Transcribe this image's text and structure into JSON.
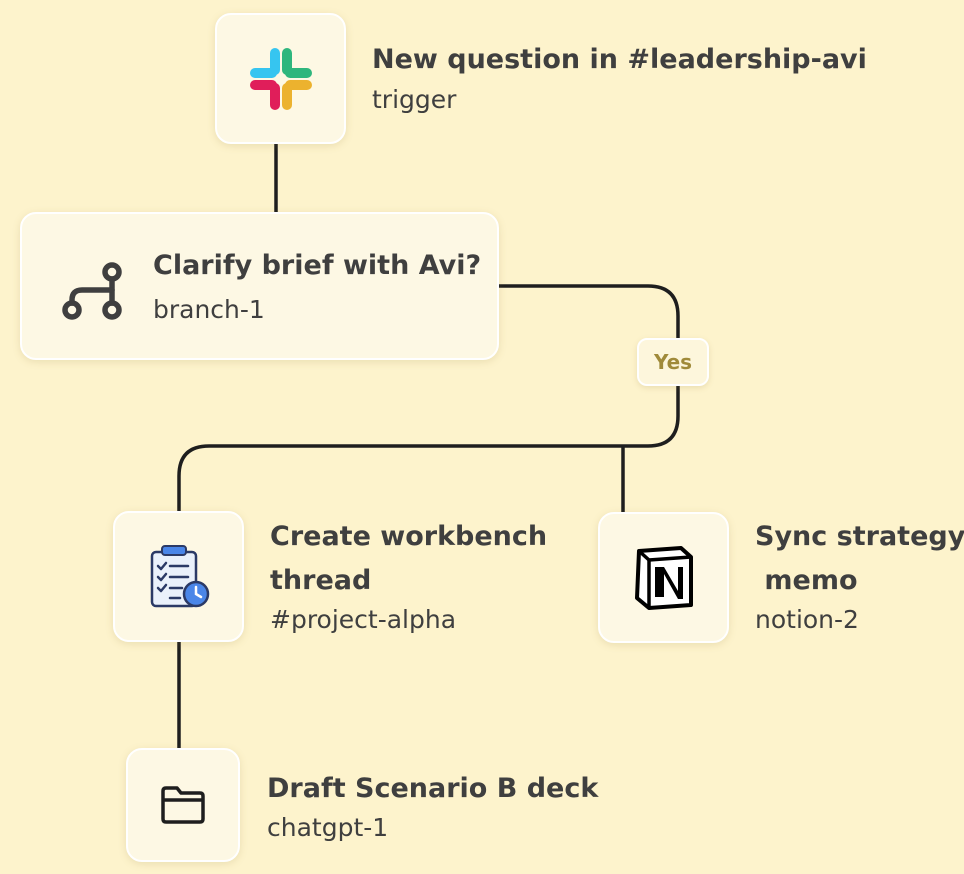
{
  "nodes": {
    "trigger": {
      "title": "New question in #leadership-avi",
      "subtitle": "trigger",
      "icon": "slack-icon"
    },
    "branch": {
      "title": "Clarify brief with Avi?",
      "subtitle": "branch-1",
      "icon": "branch-icon"
    },
    "workbench": {
      "title_line1": "Create workbench",
      "title_line2": "thread",
      "subtitle": "#project-alpha",
      "icon": "clipboard-checklist-icon"
    },
    "notion": {
      "title_line1": "Sync strategy",
      "title_line2": " memo",
      "subtitle": "notion-2",
      "icon": "notion-icon"
    },
    "deck": {
      "title": "Draft Scenario B deck",
      "subtitle": "chatgpt-1",
      "icon": "folder-icon"
    }
  },
  "edges": {
    "yes_label": "Yes"
  },
  "colors": {
    "background": "#fdf3cc",
    "card": "#fdf8e4",
    "connector": "#1e1e1e",
    "label": "#a08a3a"
  }
}
